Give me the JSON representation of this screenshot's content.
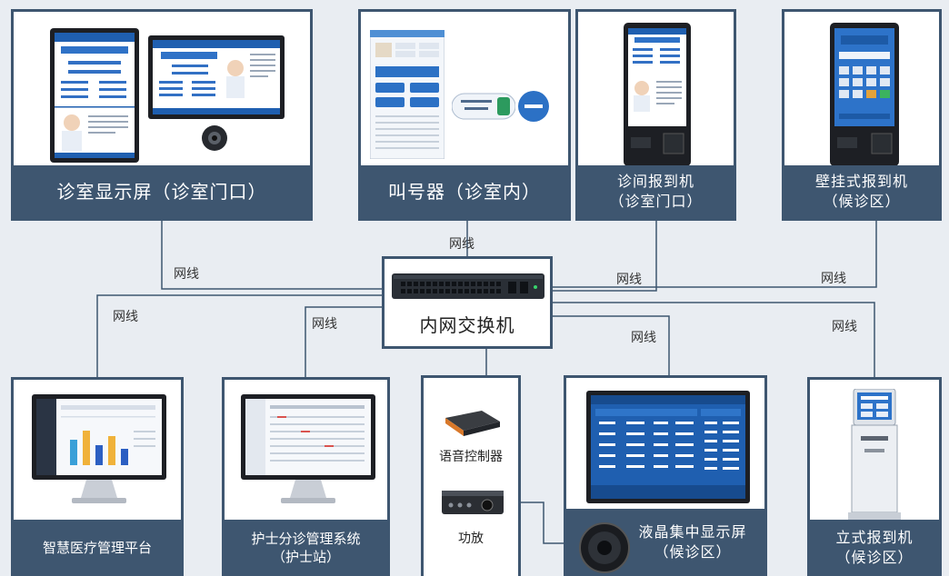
{
  "diagram": {
    "hub": {
      "label": "内网交换机"
    },
    "wire_label": "网线",
    "devices": {
      "exam_room_display": {
        "label": "诊室显示屏（诊室门口）"
      },
      "caller": {
        "label": "叫号器（诊室内）"
      },
      "room_checkin": {
        "label_line1": "诊间报到机",
        "label_line2": "（诊室门口）"
      },
      "wall_checkin": {
        "label_line1": "壁挂式报到机",
        "label_line2": "（候诊区）"
      },
      "platform": {
        "label": "智慧医疗管理平台"
      },
      "nurse_system": {
        "label_line1": "护士分诊管理系统",
        "label_line2": "（护士站）"
      },
      "voice_controller": {
        "label": "语音控制器"
      },
      "amplifier": {
        "label": "功放"
      },
      "lcd_display": {
        "label_line1": "液晶集中显示屏",
        "label_line2": "（候诊区）"
      },
      "standing_checkin": {
        "label_line1": "立式报到机",
        "label_line2": "（候诊区）"
      }
    }
  }
}
